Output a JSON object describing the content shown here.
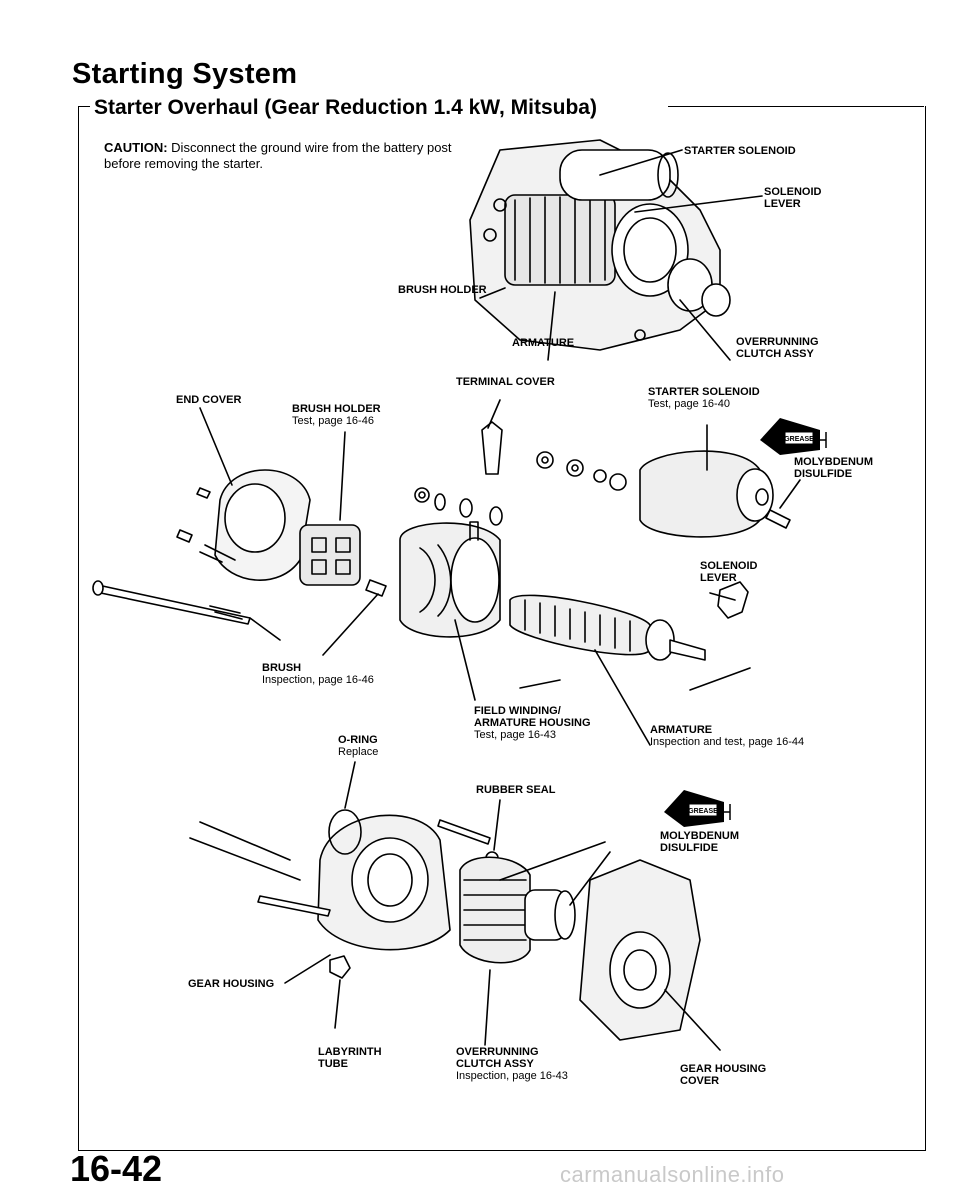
{
  "header": {
    "section_title": "Starting System",
    "subtitle": "Starter Overhaul (Gear Reduction 1.4 kW, Mitsuba)"
  },
  "caution": {
    "label": "CAUTION:",
    "text": "Disconnect the ground wire from the battery post before removing the starter."
  },
  "labels": {
    "starter_solenoid_top": "STARTER SOLENOID",
    "solenoid_lever_top_1": "SOLENOID",
    "solenoid_lever_top_2": "LEVER",
    "brush_holder_top": "BRUSH HOLDER",
    "armature_top": "ARMATURE",
    "overrunning_top_1": "OVERRUNNING",
    "overrunning_top_2": "CLUTCH ASSY",
    "end_cover": "END COVER",
    "brush_holder": "BRUSH HOLDER",
    "brush_holder_ref": "Test, page 16-46",
    "terminal_cover": "TERMINAL COVER",
    "starter_solenoid": "STARTER SOLENOID",
    "starter_solenoid_ref": "Test, page 16-40",
    "moly_1_a": "MOLYBDENUM",
    "moly_1_b": "DISULFIDE",
    "solenoid_lever_1": "SOLENOID",
    "solenoid_lever_2": "LEVER",
    "brush": "BRUSH",
    "brush_ref": "Inspection, page 16-46",
    "field_1": "FIELD WINDING/",
    "field_2": "ARMATURE HOUSING",
    "field_ref": "Test, page 16-43",
    "armature": "ARMATURE",
    "armature_ref": "Inspection and test, page 16-44",
    "oring": "O-RING",
    "oring_ref": "Replace",
    "rubber_seal": "RUBBER SEAL",
    "moly_2_a": "MOLYBDENUM",
    "moly_2_b": "DISULFIDE",
    "gear_housing": "GEAR HOUSING",
    "labyrinth_1": "LABYRINTH",
    "labyrinth_2": "TUBE",
    "overrunning_1": "OVERRUNNING",
    "overrunning_2": "CLUTCH ASSY",
    "overrunning_ref": "Inspection, page 16-43",
    "gear_cover_1": "GEAR HOUSING",
    "gear_cover_2": "COVER",
    "grease": "GREASE"
  },
  "footer": {
    "page_number": "16-42",
    "watermark": "carmanualsonline.info"
  }
}
